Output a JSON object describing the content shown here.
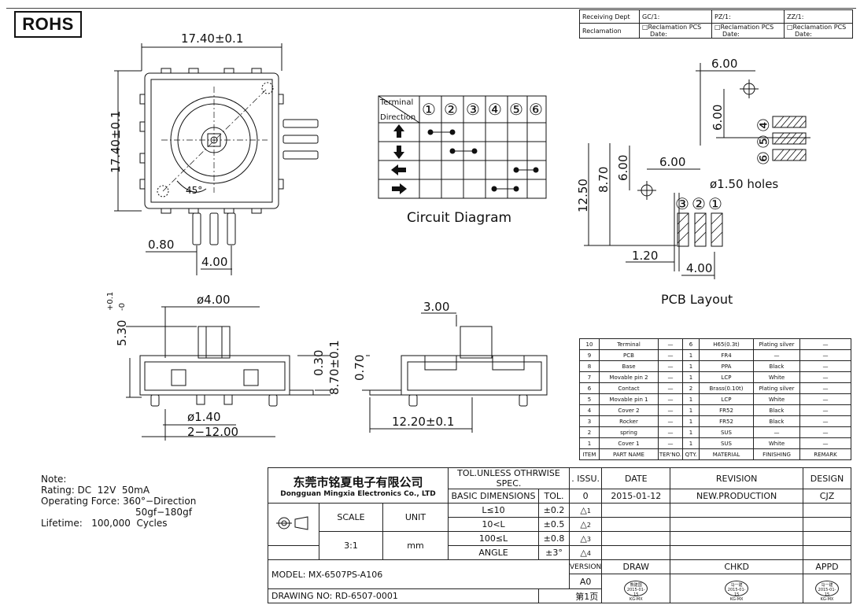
{
  "header": {
    "rohs": "ROHS"
  },
  "receiving": {
    "row1": {
      "dept": "Receiving Dept",
      "gc": "GC/1:",
      "pz": "PZ/1:",
      "zz": "ZZ/1:"
    },
    "row2": {
      "label": "Reclamation",
      "cell": "□Reclamation  PCS",
      "date": "Date:"
    }
  },
  "top_view": {
    "width": "17.40±0.1",
    "height": "17.40±0.1",
    "angle": "45°",
    "pin_offset": "0.80",
    "pin_pitch": "4.00"
  },
  "circuit": {
    "terminal_label": "Terminal",
    "direction_label": "Direction",
    "terminals": [
      "①",
      "②",
      "③",
      "④",
      "⑤",
      "⑥"
    ],
    "directions": [
      "up-arrow",
      "down-arrow",
      "left-arrow",
      "right-arrow"
    ],
    "caption": "Circuit  Diagram"
  },
  "pcb": {
    "dim_top": "6.00",
    "dim_vert": "6.00",
    "dim_mid": "6.00",
    "dim_left": "6.00",
    "holes": "ø1.50  holes",
    "h1": "12.50",
    "h2": "8.70",
    "pads_right": [
      "④",
      "⑤",
      "⑥"
    ],
    "pads_bottom": [
      "③",
      "②",
      "①"
    ],
    "pad_offset": "1.20",
    "pad_pitch": "4.00",
    "caption": "PCB  Layout"
  },
  "side_view": {
    "shaft_dia": "ø4.00",
    "shaft_h": "5.30",
    "shaft_tol_plus": "+0.1",
    "shaft_tol_minus": "-0",
    "d1": "0.30",
    "d2": "8.70±0.1",
    "pin_dia": "ø1.40",
    "pin_span": "2−12.00"
  },
  "end_view": {
    "top": "3.00",
    "d": "0.70",
    "width": "12.20±0.1"
  },
  "notes": {
    "title": "Note:",
    "rating": "Rating: DC  12V  50mA",
    "force1": "Operating Force: 360°−Direction",
    "force2": "50gf−180gf",
    "lifetime": "Lifetime:   100,000  Cycles"
  },
  "parts": {
    "rows": [
      [
        "10",
        "Terminal",
        "—",
        "6",
        "H65(0.3t)",
        "Plating silver",
        "—"
      ],
      [
        "9",
        "PCB",
        "—",
        "1",
        "FR4",
        "—",
        "—"
      ],
      [
        "8",
        "Base",
        "—",
        "1",
        "PPA",
        "Black",
        "—"
      ],
      [
        "7",
        "Movable pin 2",
        "—",
        "1",
        "LCP",
        "White",
        "—"
      ],
      [
        "6",
        "Contact",
        "—",
        "2",
        "Brass(0.10t)",
        "Plating silver",
        "—"
      ],
      [
        "5",
        "Movable pin 1",
        "—",
        "1",
        "LCP",
        "White",
        "—"
      ],
      [
        "4",
        "Cover 2",
        "—",
        "1",
        "FR52",
        "Black",
        "—"
      ],
      [
        "3",
        "Rocker",
        "—",
        "1",
        "FR52",
        "Black",
        "—"
      ],
      [
        "2",
        "spring",
        "—",
        "1",
        "SUS",
        "—",
        "—"
      ],
      [
        "1",
        "Cover 1",
        "—",
        "1",
        "SUS",
        "White",
        "—"
      ]
    ],
    "header": [
      "ITEM",
      "PART NAME",
      "TER'NO.",
      "QTY.",
      "MATERIAL",
      "FINISHING",
      "REMARK"
    ]
  },
  "title_block": {
    "company_cn": "东莞市铭夏电子有限公司",
    "company_en": "Dongguan Mingxia Electronics Co., LTD",
    "tol_title": "TOL.UNLESS OTHRWISE SPEC.",
    "basic": "BASIC DIMENSIONS",
    "tol": "TOL.",
    "tol_rows": [
      [
        "L≤10",
        "±0.2"
      ],
      [
        "10<L",
        "±0.5"
      ],
      [
        "100≤L",
        "±0.8"
      ],
      [
        "ANGLE",
        "±3°"
      ]
    ],
    "scale_label": "SCALE",
    "unit_label": "UNIT",
    "scale": "3:1",
    "unit": "mm",
    "issu": ". ISSU.",
    "date_h": "DATE",
    "rev_h": "REVISION",
    "design_h": "DESIGN",
    "issu_val": "0",
    "date_val": "2015-01-12",
    "rev_val": "NEW.PRODUCTION",
    "design_val": "CJZ",
    "rev_marks": [
      "1",
      "2",
      "3",
      "4"
    ],
    "model": "MODEL:  MX-6507PS-A106",
    "version_label": "VERSION",
    "version": "A0",
    "draw": "DRAW",
    "chkd": "CHKD",
    "appd": "APPD",
    "drawing_no": "DRAWING NO:  RD-6507-0001",
    "page": "第1页",
    "stamps": [
      {
        "name": "熊建国",
        "date": "2015-01-15",
        "org": "KG-MX"
      },
      {
        "name": "马一建",
        "date": "2015-01-15",
        "org": "KG-MX"
      },
      {
        "name": "马一建",
        "date": "2015-01-15",
        "org": "KG-MX"
      }
    ]
  }
}
